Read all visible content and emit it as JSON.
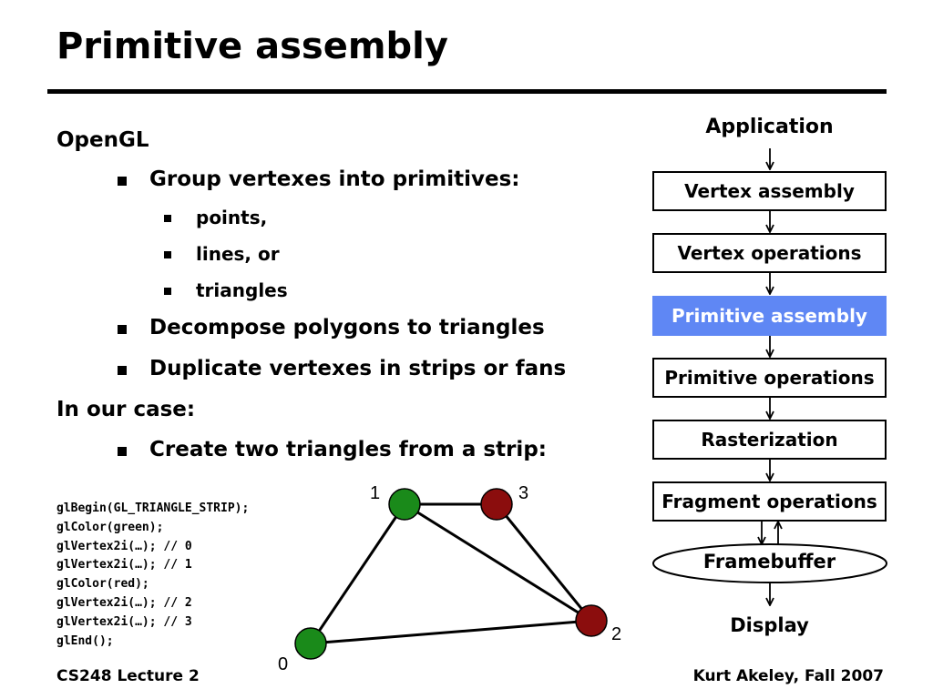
{
  "slide": {
    "title": "Primitive assembly",
    "bullets": {
      "opengl": "OpenGL",
      "group": "Group vertexes into primitives:",
      "points": "points,",
      "lines": "lines, or",
      "triangles": "triangles",
      "decompose": "Decompose polygons to triangles",
      "duplicate": "Duplicate vertexes in strips or fans",
      "our_case": "In our case:",
      "create": "Create two triangles from a strip:"
    },
    "code": [
      "glBegin(GL_TRIANGLE_STRIP);",
      "glColor(green);",
      "glVertex2i(…); // 0",
      "glVertex2i(…); // 1",
      "glColor(red);",
      "glVertex2i(…); // 2",
      "glVertex2i(…); // 3",
      "glEnd();"
    ],
    "vertex_labels": [
      "0",
      "1",
      "2",
      "3"
    ],
    "colors": {
      "green": "#1a8a1a",
      "red": "#8b0d0d",
      "highlight": "#5f87f4"
    }
  },
  "pipeline": {
    "top": "Application",
    "stages": [
      "Vertex assembly",
      "Vertex operations",
      "Primitive assembly",
      "Primitive operations",
      "Rasterization",
      "Fragment operations"
    ],
    "framebuffer": "Framebuffer",
    "bottom": "Display"
  },
  "footer": {
    "left": "CS248 Lecture 2",
    "right": "Kurt Akeley, Fall 2007"
  }
}
